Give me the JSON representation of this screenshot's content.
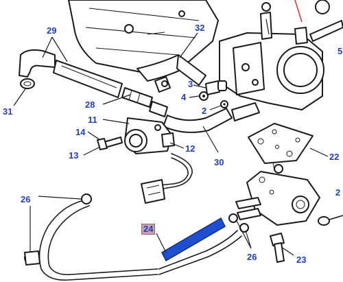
{
  "colors": {
    "callout_text": "#1f3fbf",
    "highlight_box": "#c9a2b3",
    "highlighted_part": "#1e4fd0",
    "red_pointer": "#d83a3a",
    "ink": "#1a1a1a"
  },
  "callouts": [
    {
      "id": "c29",
      "text": "29"
    },
    {
      "id": "c32",
      "text": "32"
    },
    {
      "id": "c31",
      "text": "31"
    },
    {
      "id": "c3",
      "text": "3"
    },
    {
      "id": "c4",
      "text": "4"
    },
    {
      "id": "c2",
      "text": "2"
    },
    {
      "id": "c28",
      "text": "28"
    },
    {
      "id": "c11",
      "text": "11"
    },
    {
      "id": "c14",
      "text": "14"
    },
    {
      "id": "c13",
      "text": "13"
    },
    {
      "id": "c12",
      "text": "12"
    },
    {
      "id": "c30",
      "text": "30"
    },
    {
      "id": "c22",
      "text": "22"
    },
    {
      "id": "c21",
      "text": "2"
    },
    {
      "id": "c26a",
      "text": "26"
    },
    {
      "id": "c24",
      "text": "24"
    },
    {
      "id": "c26b",
      "text": "26"
    },
    {
      "id": "c23",
      "text": "23"
    },
    {
      "id": "c5",
      "text": "5"
    }
  ],
  "highlighted_part": "24"
}
